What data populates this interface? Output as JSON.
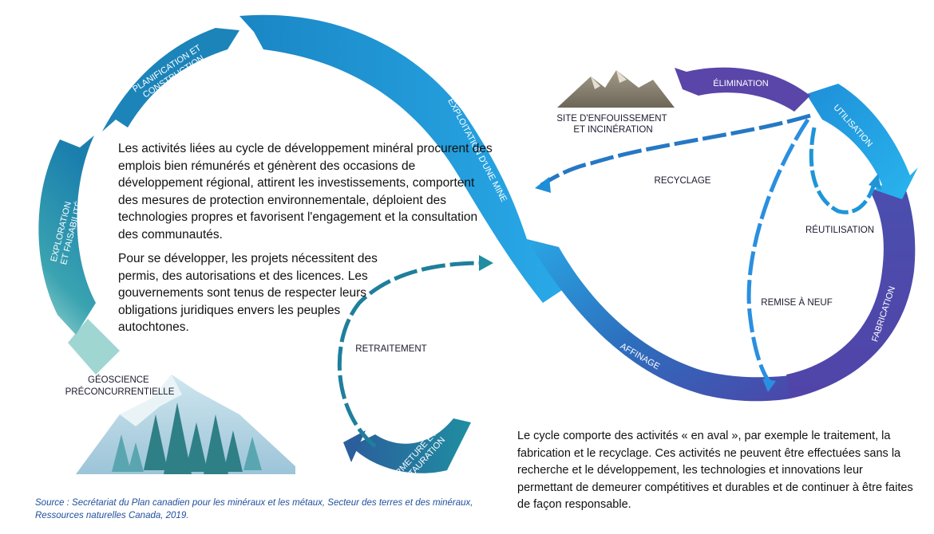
{
  "diagram": {
    "stages": {
      "preconcurrent_geoscience": "GÉOSCIENCE\nPRÉCONCURRENTIELLE",
      "exploration": "EXPLORATION\nET FAISABILITÉ",
      "planning": "PLANIFICATION ET\nCONSTRUCTION",
      "mine_operation": "EXPLOITATION D'UNE MINE",
      "closure": "FERMETURE ET\nRESTAURATION",
      "reprocessing": "RETRAITEMENT",
      "refining": "AFFINAGE",
      "manufacturing": "FABRICATION",
      "use": "UTILISATION",
      "elimination": "ÉLIMINATION",
      "landfill": "SITE D'ENFOUISSEMENT\nET INCINÉRATION",
      "recycling": "RECYCLAGE",
      "reuse": "RÉUTILISATION",
      "refurbishing": "REMISE À NEUF"
    },
    "colors": {
      "teal_light": "#8fd0cf",
      "teal": "#1f8ea1",
      "blue": "#1a8fd6",
      "cyan": "#29a9e8",
      "indigo": "#4a4fae",
      "purple": "#5a45a8"
    }
  },
  "text": {
    "intro": "Les activités liées au cycle de développement minéral procurent des emplois bien rémunérés et génèrent des occasions de développement régional, attirent les investissements, comportent des mesures de protection environnementale, déploient des technologies propres et favorisent l'engagement et la consultation des communautés.",
    "permits": "Pour se développer, les projets nécessitent des permis, des autorisations et des licences. Les gouvernements sont tenus de respecter leurs obligations juridiques envers les peuples autochtones.",
    "downstream": "Le cycle comporte des activités « en aval », par exemple le traitement, la fabrication et le recyclage. Ces activités ne peuvent être effectuées sans la recherche et le développement, les technologies et innovations leur permettant de demeurer compétitives et durables et de continuer à être faites de façon responsable.",
    "source": "Source : Secrétariat du Plan canadien pour les minéraux et les métaux, Secteur des terres et des minéraux, Ressources naturelles Canada, 2019."
  }
}
